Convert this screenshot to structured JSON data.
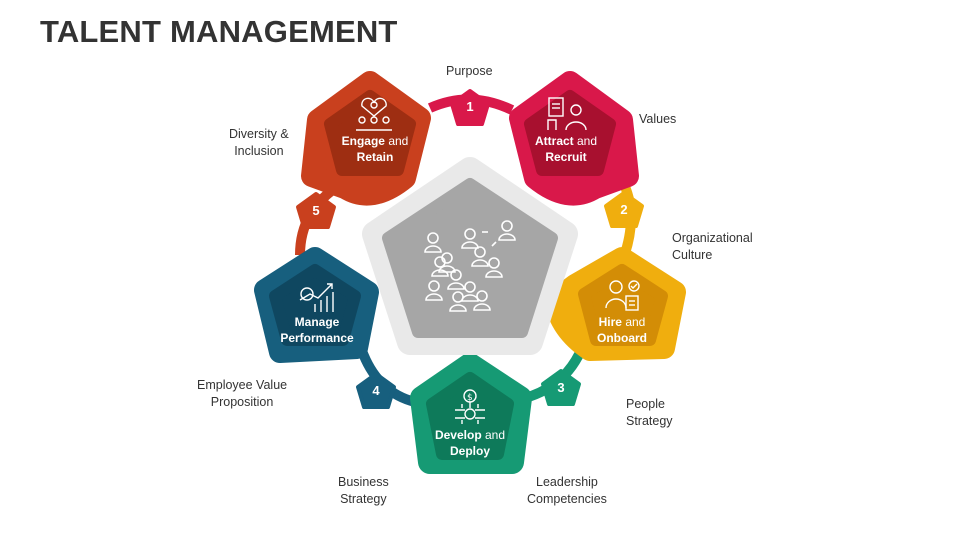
{
  "title": "TALENT MANAGEMENT",
  "colors": {
    "engage": "#c9401e",
    "attract": "#d9184a",
    "hire": "#f0ae0e",
    "develop": "#169a74",
    "manage": "#175f7e",
    "center": "#a6a6a6",
    "center_ring": "#e9e9e9"
  },
  "stages": [
    {
      "bold": "Engage",
      "rest": " and",
      "line2": "Retain",
      "icon": "people-heart-icon"
    },
    {
      "bold": "Attract",
      "rest": " and",
      "line2": "Recruit",
      "icon": "recruiter-icon"
    },
    {
      "bold": "Hire",
      "rest": " and",
      "line2": "Onboard",
      "icon": "new-hire-icon"
    },
    {
      "bold": "Develop",
      "rest": " and",
      "line2": "Deploy",
      "icon": "circuit-dollar-icon"
    },
    {
      "bold": "Manage",
      "rest": "",
      "line2": "Performance",
      "icon": "growth-chart-icon"
    }
  ],
  "numbers": [
    "1",
    "2",
    "3",
    "4",
    "5"
  ],
  "side_labels": {
    "purpose": "Purpose",
    "values": "Values",
    "org_culture_1": "Organizational",
    "org_culture_2": "Culture",
    "people_strategy_1": "People",
    "people_strategy_2": "Strategy",
    "leadership_1": "Leadership",
    "leadership_2": "Competencies",
    "business_1": "Business",
    "business_2": "Strategy",
    "evp_1": "Employee Value",
    "evp_2": "Proposition",
    "diversity_1": "Diversity &",
    "diversity_2": "Inclusion"
  },
  "center_icon": "crowd-people-icon"
}
